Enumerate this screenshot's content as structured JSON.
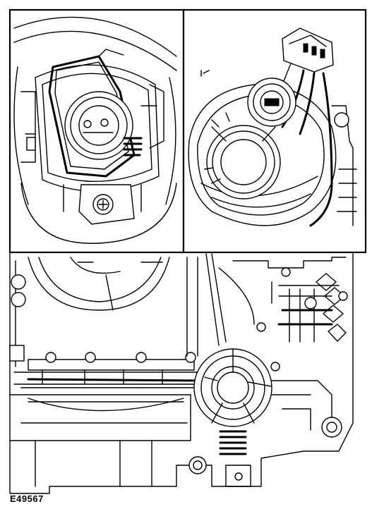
{
  "figure": {
    "reference": "E49567"
  },
  "panels": [
    {
      "id": "detail-left",
      "subject": "bulb-holder-cover"
    },
    {
      "id": "detail-right",
      "subject": "bulb-and-connector"
    },
    {
      "id": "main-view",
      "subject": "headlamp-assembly-rear"
    }
  ]
}
